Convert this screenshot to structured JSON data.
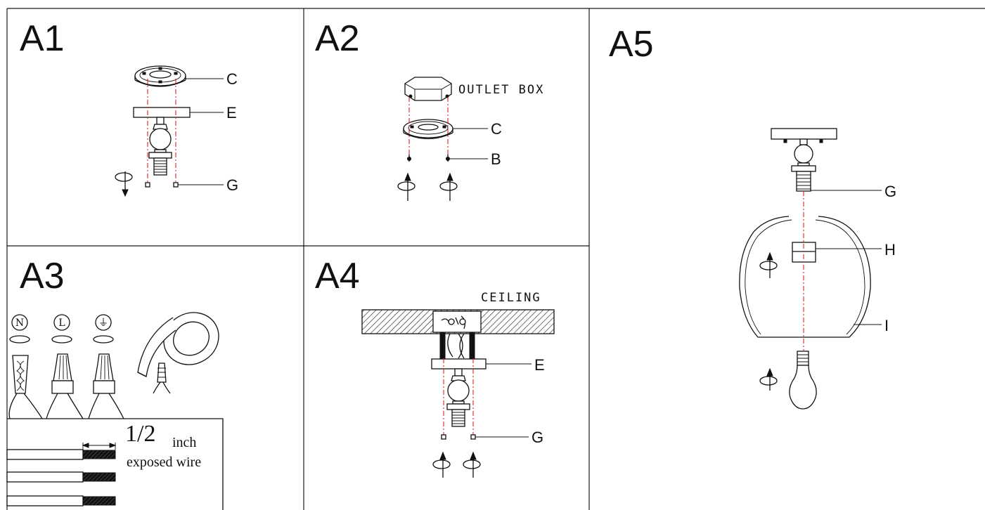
{
  "panels": {
    "a1": {
      "title": "A1",
      "labels": {
        "c": "C",
        "e": "E",
        "g": "G"
      }
    },
    "a2": {
      "title": "A2",
      "labels": {
        "outlet_box": "OUTLET BOX",
        "c": "C",
        "b": "B"
      }
    },
    "a3": {
      "title": "A3",
      "wire_symbols": {
        "neutral": "N",
        "live": "L",
        "ground": "⏚"
      },
      "strip_length": "1/2",
      "strip_unit": "inch",
      "strip_caption": "exposed wire"
    },
    "a4": {
      "title": "A4",
      "labels": {
        "ceiling": "CEILING",
        "e": "E",
        "g": "G"
      }
    },
    "a5": {
      "title": "A5",
      "labels": {
        "g": "G",
        "h": "H",
        "i": "I"
      }
    }
  },
  "colors": {
    "line": "#111111",
    "centerline": "#d8232a",
    "background": "#ffffff"
  }
}
